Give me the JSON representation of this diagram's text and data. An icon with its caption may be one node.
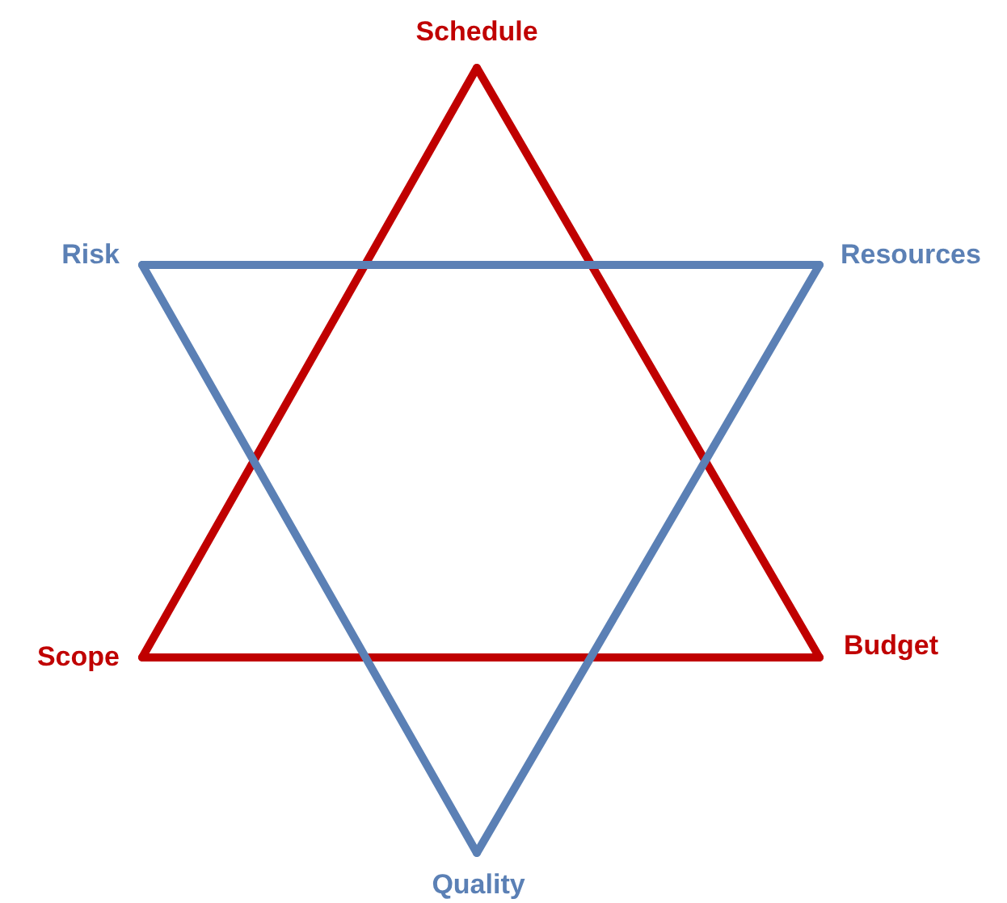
{
  "diagram": {
    "nodes": [
      {
        "text": [
          "Schedule"
        ]
      },
      {
        "text": [
          "Risk"
        ]
      },
      {
        "text": [
          "Resources"
        ]
      },
      {
        "text": [
          "Scope"
        ]
      },
      {
        "text": [
          "Budget"
        ]
      },
      {
        "text": [
          "Quality"
        ]
      }
    ],
    "edges": [
      {
        "from": 0,
        "to": 3,
        "arrow": "none",
        "color": "#c00000"
      },
      {
        "from": 0,
        "to": 4,
        "arrow": "none",
        "color": "#c00000"
      },
      {
        "from": 3,
        "to": 4,
        "arrow": "none",
        "color": "#c00000"
      },
      {
        "from": 1,
        "to": 2,
        "arrow": "none",
        "color": "#5b80b5"
      },
      {
        "from": 1,
        "to": 5,
        "arrow": "none",
        "color": "#5b80b5"
      },
      {
        "from": 2,
        "to": 5,
        "arrow": "none",
        "color": "#5b80b5"
      }
    ]
  }
}
